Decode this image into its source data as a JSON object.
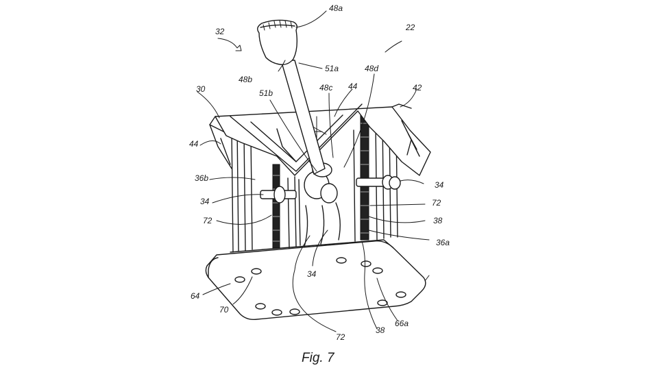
{
  "figure": {
    "caption": "Fig. 7",
    "labels": {
      "l22": "22",
      "l32": "32",
      "l48a": "48a",
      "l48b": "48b",
      "l51a": "51a",
      "l48d": "48d",
      "l51b": "51b",
      "l48c": "48c",
      "l44_top": "44",
      "l42": "42",
      "l30": "30",
      "l44_left": "44",
      "l36b": "36b",
      "l34_left": "34",
      "l34_right": "34",
      "l72_left": "72",
      "l72_right": "72",
      "l38_right": "38",
      "l36a": "36a",
      "l34_bottom": "34",
      "l64": "64",
      "l70": "70",
      "l72_bottom": "72",
      "l38_bottom": "38",
      "l66a": "66a"
    }
  }
}
